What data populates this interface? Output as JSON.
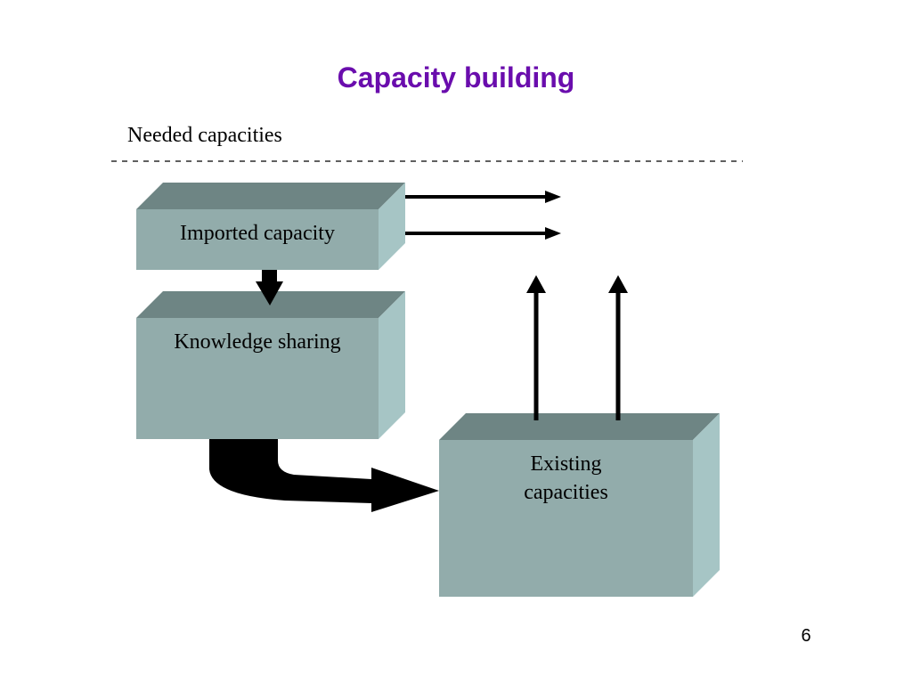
{
  "title": "Capacity building",
  "needed_label": "Needed capacities",
  "boxes": {
    "imported": "Imported capacity",
    "knowledge": "Knowledge sharing",
    "existing_line1": "Existing",
    "existing_line2": "capacities"
  },
  "page_number": "6",
  "colors": {
    "title": "#6a0dad",
    "box_front": "#92acab",
    "box_top": "#6e8584",
    "box_side": "#a6c5c5",
    "arrow": "#000000"
  }
}
